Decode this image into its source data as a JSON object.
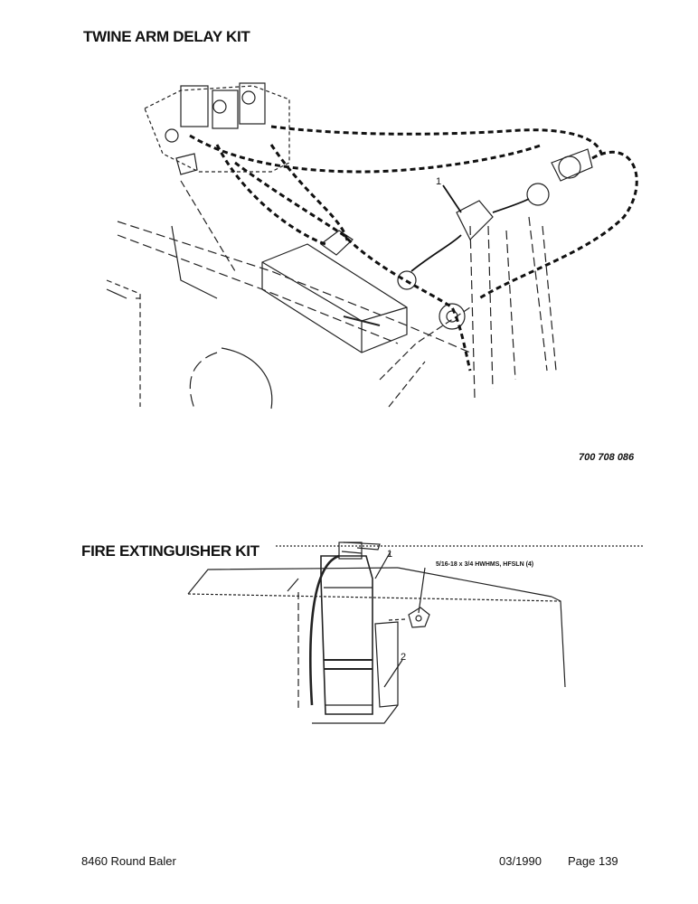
{
  "sections": {
    "twine_title": "TWINE ARM DELAY KIT",
    "fire_title": "FIRE EXTINGUISHER KIT"
  },
  "figure1": {
    "part_number": "700 708 086",
    "callout_1": "1"
  },
  "figure2": {
    "callout_1": "1",
    "callout_2": "2",
    "hardware_label": "5/16-18 x 3/4 HWHMS, HFSLN (4)"
  },
  "footer": {
    "model": "8460 Round Baler",
    "date": "03/1990",
    "page": "Page 139"
  }
}
